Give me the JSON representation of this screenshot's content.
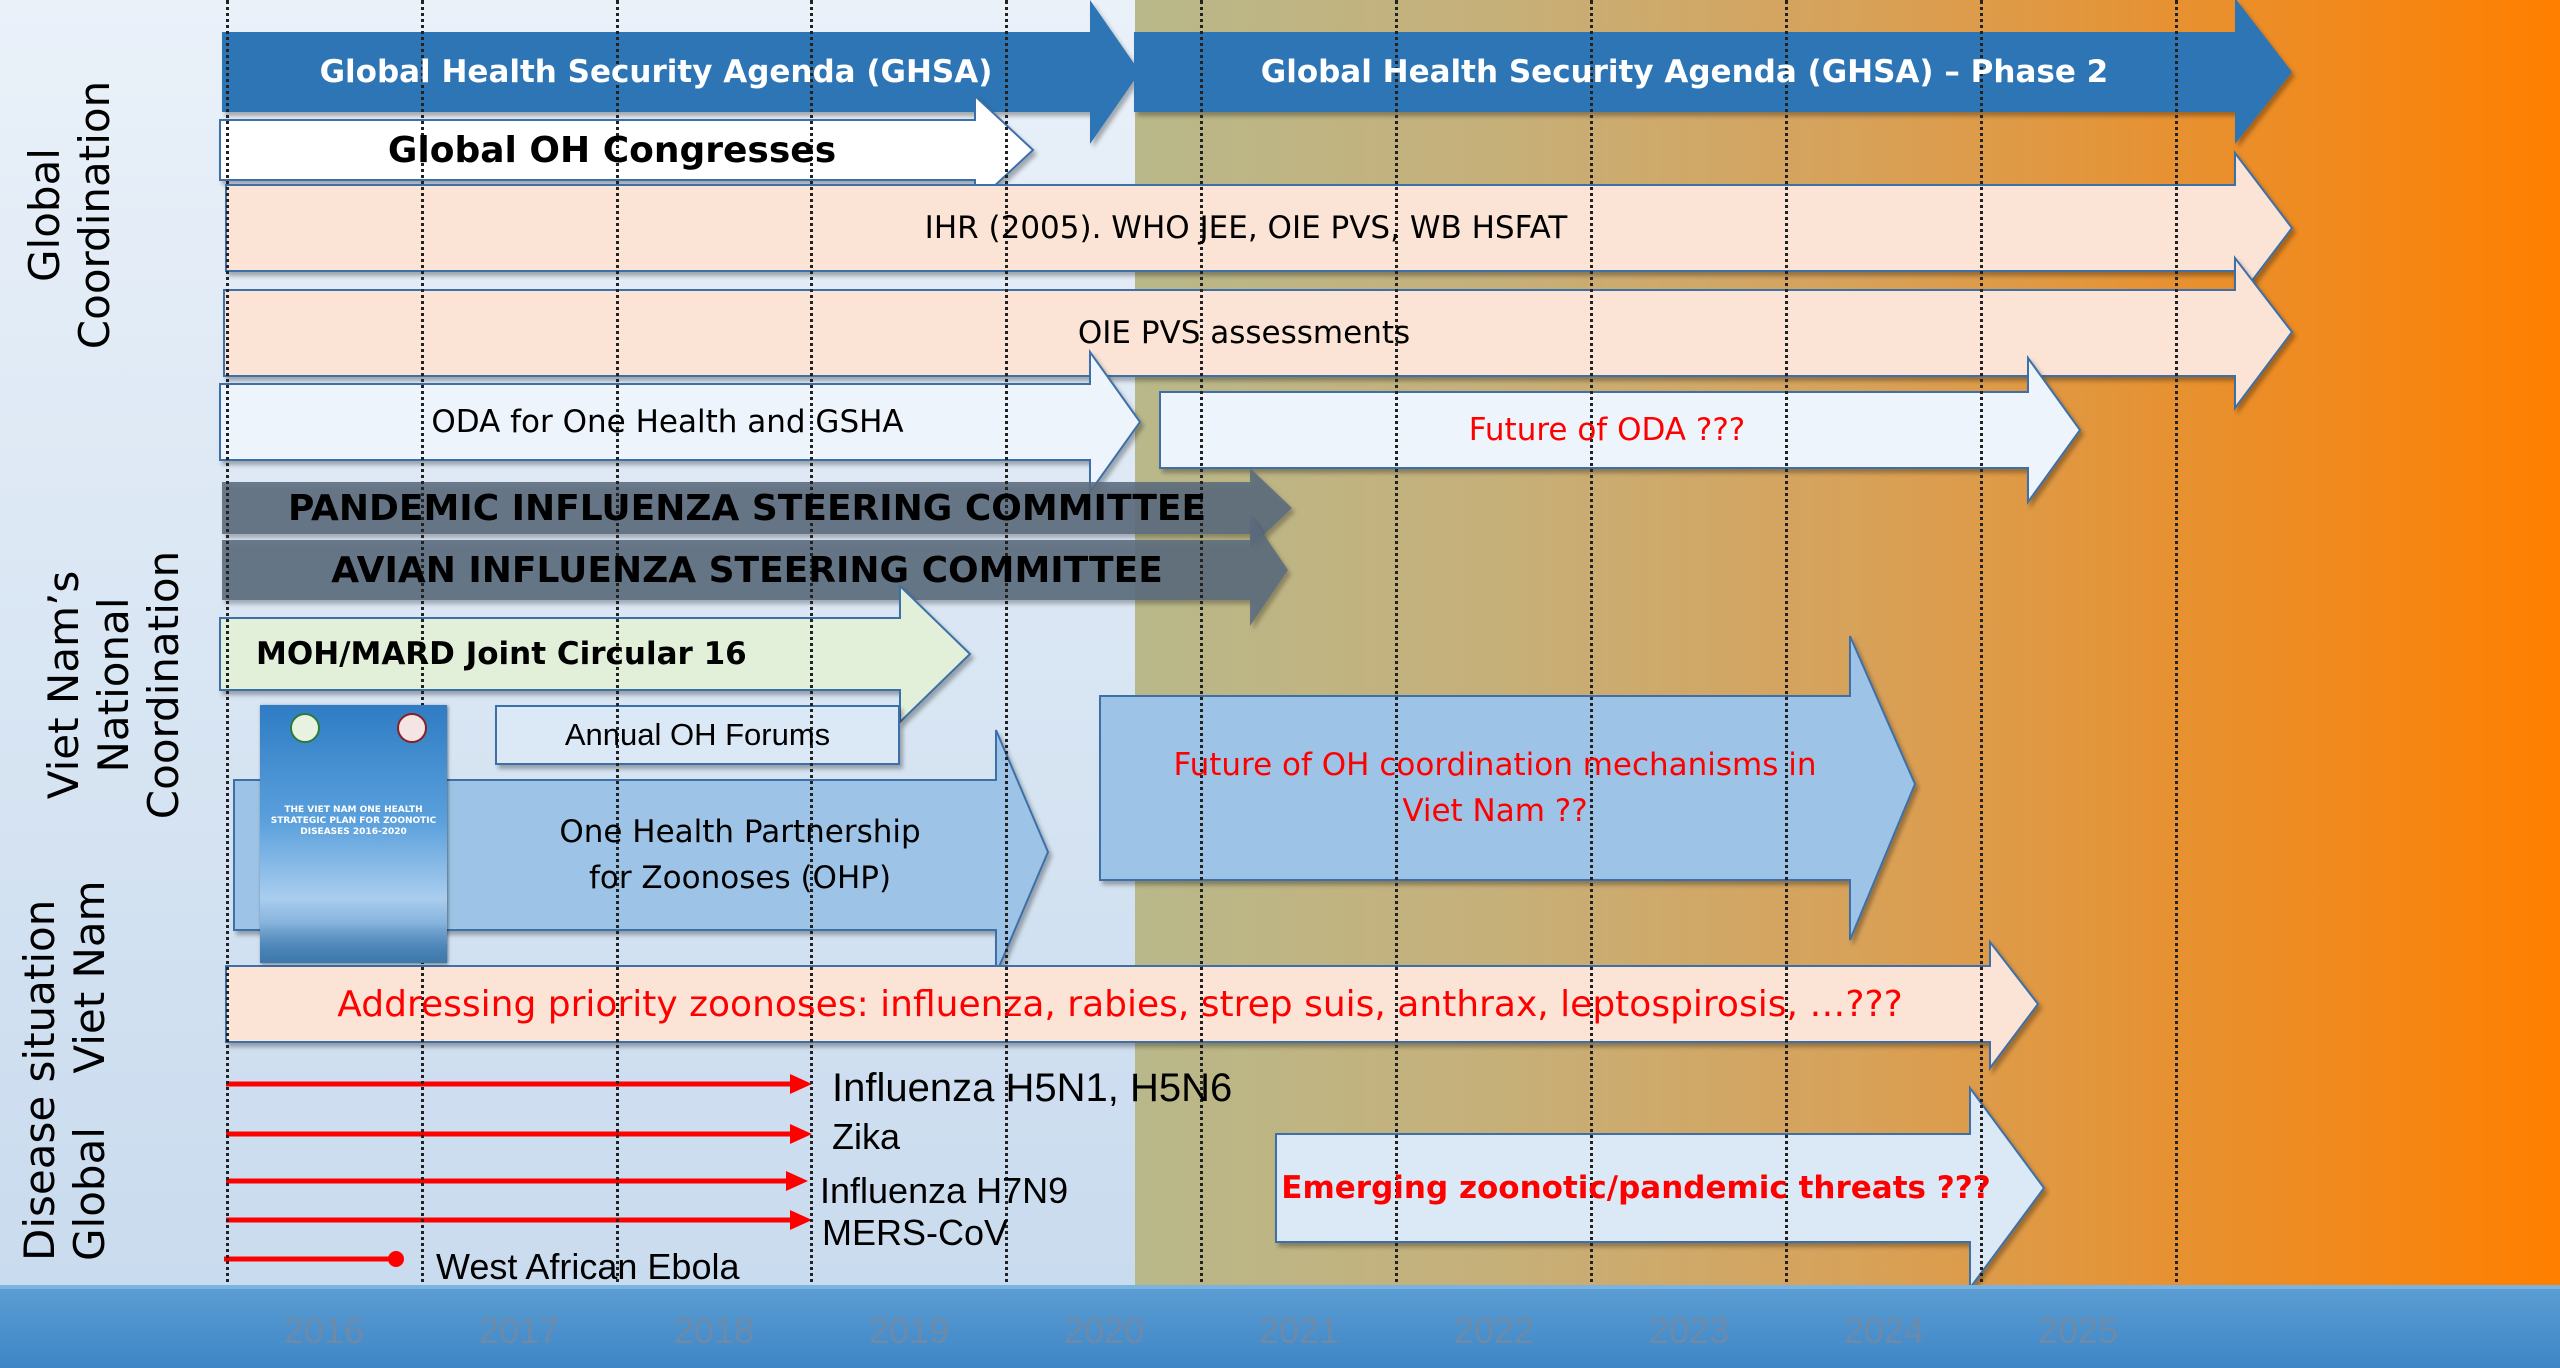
{
  "years": [
    "2016",
    "2017",
    "2018",
    "2019",
    "2020",
    "2021",
    "2022",
    "2023",
    "2024",
    "2025"
  ],
  "row_labels": {
    "global_coordination": [
      "Global",
      "Coordination"
    ],
    "national_coordination": [
      "Viet Nam’s",
      "National",
      "Coordination"
    ],
    "disease_situation": [
      "Disease situation",
      "Global    Viet Nam"
    ]
  },
  "arrows": {
    "ghsa": "Global Health Security Agenda (GHSA)",
    "ghsa_phase2": "Global Health Security Agenda (GHSA) – Phase 2",
    "oh_congresses": "Global OH Congresses",
    "ihr": "IHR (2005). WHO JEE, OIE PVS, WB HSFAT",
    "oie_pvs": "OIE PVS assessments",
    "oda": "ODA for One Health and GSHA",
    "future_oda": "Future of ODA ???",
    "pisc": "PANDEMIC INFLUENZA STEERING COMMITTEE",
    "aisc": "AVIAN INFLUENZA STEERING COMMITTEE",
    "circular": "MOH/MARD Joint Circular 16",
    "forums": "Annual OH Forums",
    "ohp_line1": "One Health Partnership",
    "ohp_line2": "for Zoonoses (OHP)",
    "future_oh_line1": "Future of OH coordination mechanisms in",
    "future_oh_line2": "Viet Nam ??",
    "priority": "Addressing priority zoonoses: influenza, rabies, strep suis, anthrax, leptospirosis, …???",
    "emerging": "Emerging zoonotic/pandemic threats ???"
  },
  "events": {
    "h5n1": "Influenza H5N1, H5N6",
    "zika": "Zika",
    "h7n9": "Influenza H7N9",
    "mers": "MERS-CoV",
    "ebola": "West African Ebola"
  },
  "document_cover": "THE VIET NAM ONE HEALTH STRATEGIC PLAN FOR ZOONOTIC DISEASES 2016-2020",
  "colors": {
    "blue_arrow": "#2e75b6",
    "peach_arrow": "#fbe4d5",
    "light_blue_arrow": "#9dc3e6",
    "gray_arrow": "#5b6b7d",
    "green_arrow": "#e2efd9",
    "red_text": "#ff0000",
    "event_line": "#ff0000",
    "axis_band": "#4a90d0"
  }
}
